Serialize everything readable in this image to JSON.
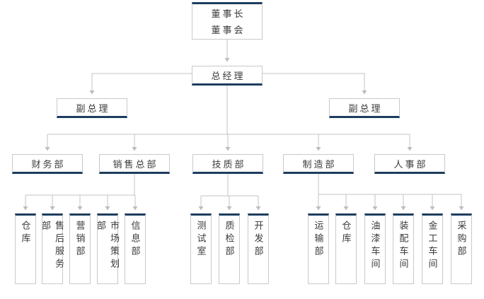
{
  "org_chart": {
    "root": {
      "lines": [
        "董事长",
        "董事会"
      ]
    },
    "general_manager": "总经理",
    "deputies": [
      "副总理",
      "副总理"
    ],
    "departments": [
      "财务部",
      "销售总部",
      "技质部",
      "制造部",
      "人事部"
    ],
    "sales_children": [
      "仓库",
      "售后服务部",
      "营销部",
      "市场策划部",
      "信息部"
    ],
    "tech_children": [
      "测试室",
      "质检部",
      "开发部"
    ],
    "manufacturing_children": [
      "运输部",
      "仓库",
      "油漆车间",
      "装配车间",
      "金工车间",
      "采购部"
    ]
  },
  "colors": {
    "accent_bar": "#1d3d5e",
    "box_border": "#c9c9c9",
    "connector_line": "#c3c3c3",
    "arrowhead": "#bdbdbd",
    "text": "#3a3a3a",
    "background": "#ffffff"
  }
}
